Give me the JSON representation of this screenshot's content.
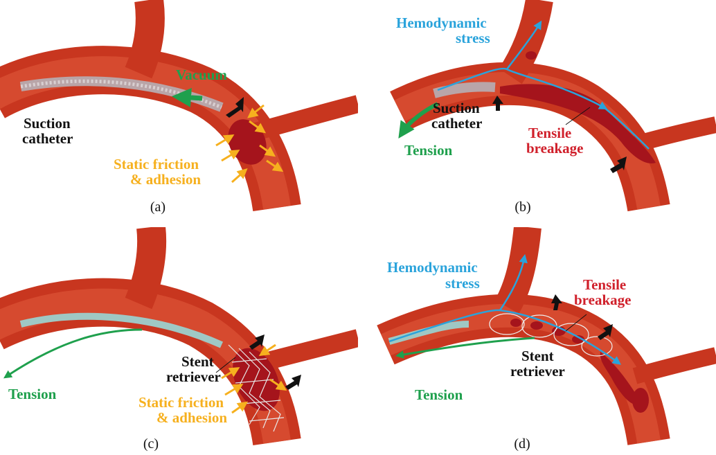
{
  "panels": {
    "a": {
      "caption": "(a)",
      "vacuum": "Vacuum",
      "suction_1": "Suction",
      "suction_2": "catheter",
      "friction_1": "Static friction",
      "friction_2": "& adhesion"
    },
    "b": {
      "caption": "(b)",
      "hemo_1": "Hemodynamic",
      "hemo_2": "stress",
      "suction_1": "Suction",
      "suction_2": "catheter",
      "tension": "Tension",
      "tensile_1": "Tensile",
      "tensile_2": "breakage"
    },
    "c": {
      "caption": "(c)",
      "stent_1": "Stent",
      "stent_2": "retriever",
      "tension": "Tension",
      "friction_1": "Static friction",
      "friction_2": "& adhesion"
    },
    "d": {
      "caption": "(d)",
      "hemo_1": "Hemodynamic",
      "hemo_2": "stress",
      "tensile_1": "Tensile",
      "tensile_2": "breakage",
      "stent_1": "Stent",
      "stent_2": "retriever",
      "tension": "Tension"
    }
  },
  "colors": {
    "vessel": "#c8361f",
    "vessel_edge": "#e85d3a",
    "clot": "#a5141c",
    "tension": "#1fa04d",
    "hemodynamic": "#2aa3db",
    "friction": "#f6b01e",
    "pointer": "#111111"
  }
}
